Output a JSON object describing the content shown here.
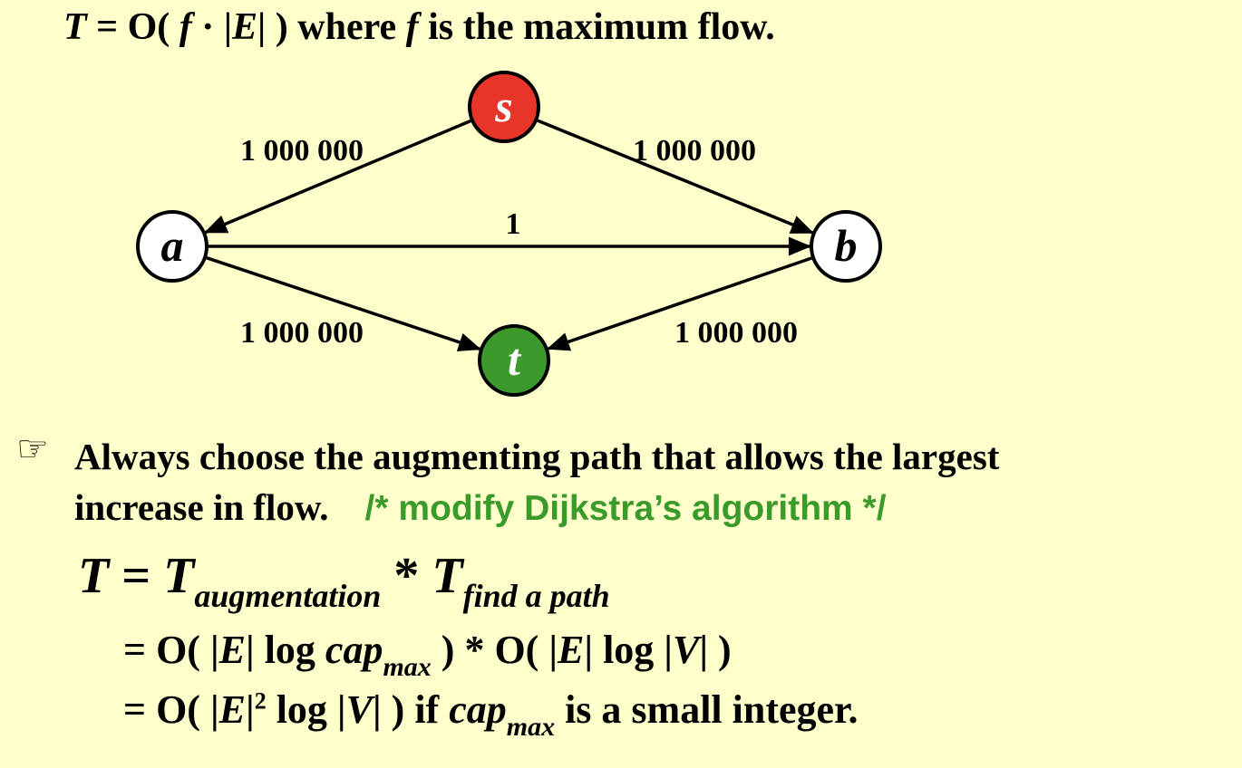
{
  "title": {
    "T": "T",
    "eq": " = O(   ",
    "f": "f",
    "dot": " · |",
    "E": "E",
    "close": "|  )  where ",
    "f2": "f",
    "rest": " is the maximum flow."
  },
  "graph": {
    "nodes": [
      {
        "id": "s",
        "label": "s",
        "color": "#E8352A",
        "text_color": "#FFFFFF"
      },
      {
        "id": "a",
        "label": "a",
        "color": "#FFFFFF",
        "text_color": "#000000"
      },
      {
        "id": "b",
        "label": "b",
        "color": "#FFFFFF",
        "text_color": "#000000"
      },
      {
        "id": "t",
        "label": "t",
        "color": "#3C9A2C",
        "text_color": "#FFFFFF"
      }
    ],
    "edges": [
      {
        "from": "s",
        "to": "a",
        "capacity": "1 000 000"
      },
      {
        "from": "s",
        "to": "b",
        "capacity": "1 000 000"
      },
      {
        "from": "a",
        "to": "b",
        "capacity": "1"
      },
      {
        "from": "a",
        "to": "t",
        "capacity": "1 000 000"
      },
      {
        "from": "b",
        "to": "t",
        "capacity": "1 000 000"
      }
    ]
  },
  "bullet": {
    "icon": "pointing-hand-icon",
    "line1": "Always choose the augmenting path that allows the largest",
    "line2": "increase in flow.",
    "comment": "/* modify Dijkstra’s algorithm */",
    "comment_color": "#3A9A2A"
  },
  "formula": {
    "T": "T",
    "eq": " = ",
    "T2": "T",
    "sub1": "augmentation",
    "star": " * ",
    "T3": "T",
    "sub2": "find a path",
    "line2": {
      "a": "= O( |",
      "E": "E",
      "b": "| log ",
      "cap": "cap",
      "max": "max",
      "c": " ) * O( |",
      "E2": "E",
      "d": "| log |",
      "V": "V",
      "e": "| )"
    },
    "line3": {
      "a": "= O( |",
      "E": "E",
      "b": "|",
      "sup": "2",
      "c": " log |",
      "V": "V",
      "d": "| ) if ",
      "cap": "cap",
      "max": "max",
      "e": " is a small integer."
    }
  }
}
